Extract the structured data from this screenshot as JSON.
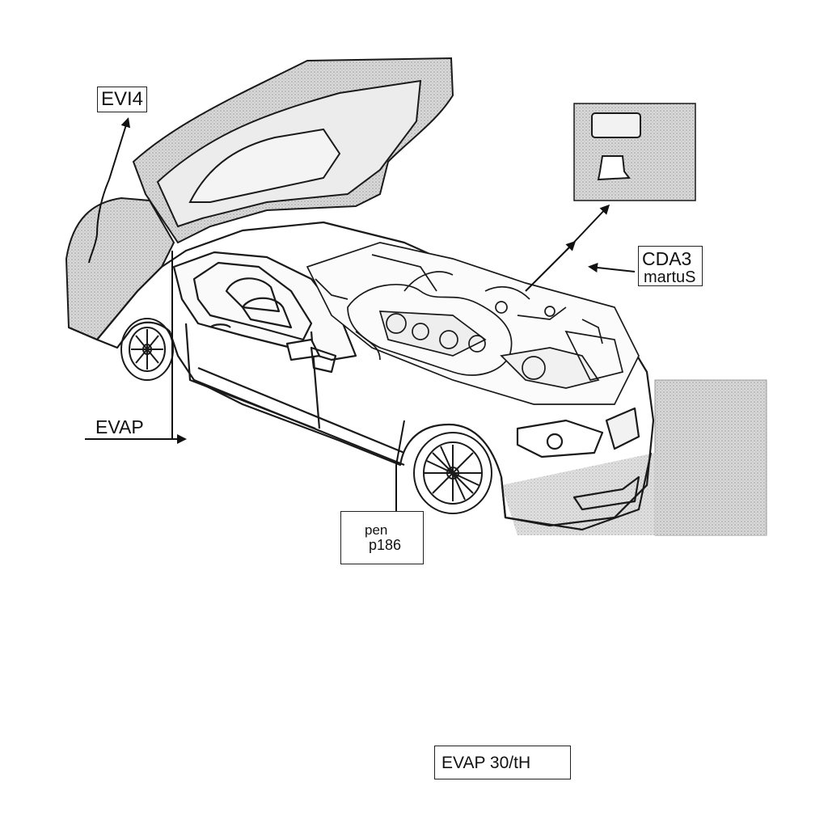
{
  "labels": {
    "top_left": "EVI4",
    "left_arrow": "EVAP",
    "right_box_line1": "CDA3",
    "right_box_line2": "martuS",
    "center_box_line1": "pen",
    "center_box_line2": "p186",
    "bottom_box": "EVAP 30/tH"
  },
  "colors": {
    "line": "#1a1a1a",
    "hatch": "#cfcfcf",
    "background": "#ffffff"
  },
  "icons": [
    "arrow-icon",
    "sensor-inset-icon"
  ]
}
